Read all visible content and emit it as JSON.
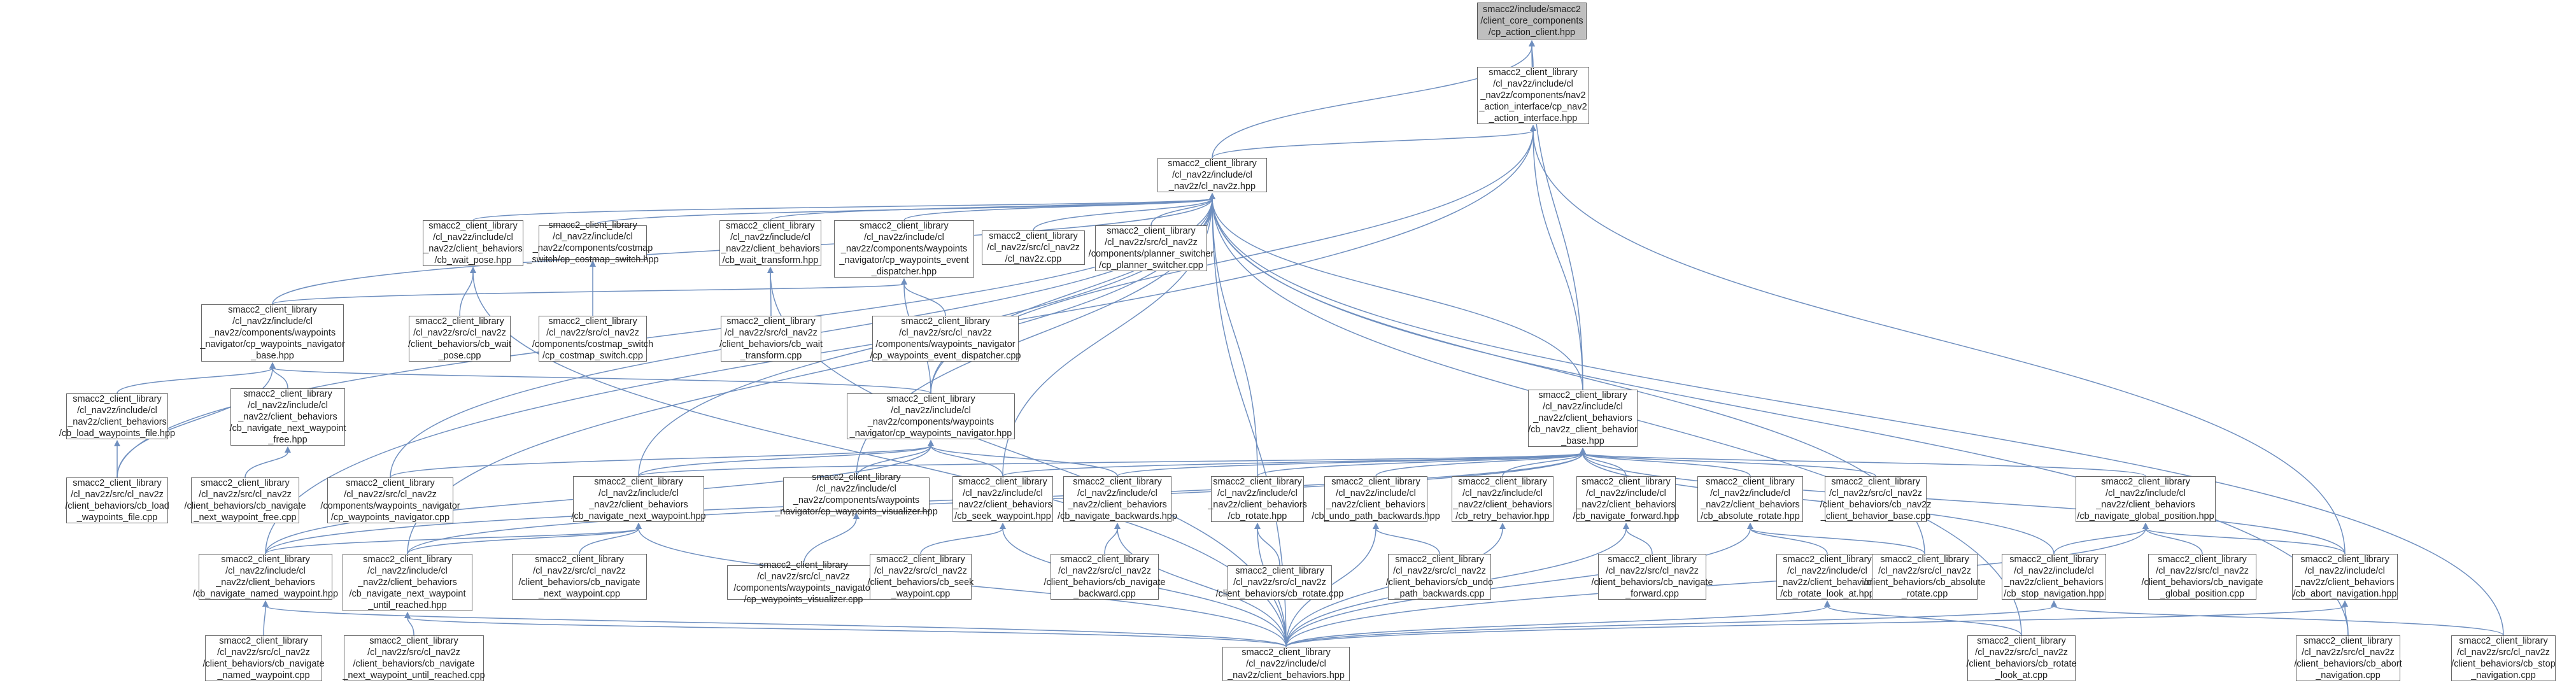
{
  "edge_color": "#6f8fbf",
  "node_fill": "#ffffff",
  "root_fill": "#bfbfbf",
  "nodes": {
    "root": [
      "smacc2/include/smacc2",
      "/client_core_components",
      "/cp_action_client.hpp"
    ],
    "iface": [
      "smacc2_client_library",
      "/cl_nav2z/include/cl",
      "_nav2z/components/nav2",
      "_action_interface/cp_nav2",
      "_action_interface.hpp"
    ],
    "nav2z": [
      "smacc2_client_library",
      "/cl_nav2z/include/cl",
      "_nav2z/cl_nav2z.hpp"
    ],
    "waitpose": [
      "smacc2_client_library",
      "/cl_nav2z/include/cl",
      "_nav2z/client_behaviors",
      "/cb_wait_pose.hpp"
    ],
    "costmap": [
      "smacc2_client_library",
      "/cl_nav2z/include/cl",
      "_nav2z/components/costmap",
      "_switch/cp_costmap_switch.hpp"
    ],
    "waittf": [
      "smacc2_client_library",
      "/cl_nav2z/include/cl",
      "_nav2z/client_behaviors",
      "/cb_wait_transform.hpp"
    ],
    "evdisp": [
      "smacc2_client_library",
      "/cl_nav2z/include/cl",
      "_nav2z/components/waypoints",
      "_navigator/cp_waypoints_event",
      "_dispatcher.hpp"
    ],
    "nav2zcpp": [
      "smacc2_client_library",
      "/cl_nav2z/src/cl_nav2z",
      "/cl_nav2z.cpp"
    ],
    "planner": [
      "smacc2_client_library",
      "/cl_nav2z/src/cl_nav2z",
      "/components/planner_switcher",
      "/cp_planner_switcher.cpp"
    ],
    "waitposecpp": [
      "smacc2_client_library",
      "/cl_nav2z/src/cl_nav2z",
      "/client_behaviors/cb_wait",
      "_pose.cpp"
    ],
    "costmapcpp": [
      "smacc2_client_library",
      "/cl_nav2z/src/cl_nav2z",
      "/components/costmap_switch",
      "/cp_costmap_switch.cpp"
    ],
    "waittfcpp": [
      "smacc2_client_library",
      "/cl_nav2z/src/cl_nav2z",
      "/client_behaviors/cb_wait",
      "_transform.cpp"
    ],
    "evdispcpp": [
      "smacc2_client_library",
      "/cl_nav2z/src/cl_nav2z",
      "/components/waypoints_navigator",
      "/cp_waypoints_event_dispatcher.cpp"
    ],
    "wpnavbase": [
      "smacc2_client_library",
      "/cl_nav2z/include/cl",
      "_nav2z/components/waypoints",
      "_navigator/cp_waypoints_navigator",
      "_base.hpp"
    ],
    "loadwp": [
      "smacc2_client_library",
      "/cl_nav2z/include/cl",
      "_nav2z/client_behaviors",
      "/cb_load_waypoints_file.hpp"
    ],
    "nextwpfree": [
      "smacc2_client_library",
      "/cl_nav2z/include/cl",
      "_nav2z/client_behaviors",
      "/cb_navigate_next_waypoint",
      "_free.hpp"
    ],
    "loadwpcpp": [
      "smacc2_client_library",
      "/cl_nav2z/src/cl_nav2z",
      "/client_behaviors/cb_load",
      "_waypoints_file.cpp"
    ],
    "nextwpfreecpp": [
      "smacc2_client_library",
      "/cl_nav2z/src/cl_nav2z",
      "/client_behaviors/cb_navigate",
      "_next_waypoint_free.cpp"
    ],
    "wpnav": [
      "smacc2_client_library",
      "/cl_nav2z/include/cl",
      "_nav2z/components/waypoints",
      "_navigator/cp_waypoints_navigator.hpp"
    ],
    "wpnavcpp": [
      "smacc2_client_library",
      "/cl_nav2z/src/cl_nav2z",
      "/components/waypoints_navigator",
      "/cp_waypoints_navigator.cpp"
    ],
    "cbbase": [
      "smacc2_client_library",
      "/cl_nav2z/include/cl",
      "_nav2z/client_behaviors",
      "/cb_nav2z_client_behavior",
      "_base.hpp"
    ],
    "nextwp": [
      "smacc2_client_library",
      "/cl_nav2z/include/cl",
      "_nav2z/client_behaviors",
      "/cb_navigate_next_waypoint.hpp"
    ],
    "visualizer": [
      "smacc2_client_library",
      "/cl_nav2z/include/cl",
      "_nav2z/components/waypoints",
      "_navigator/cp_waypoints_visualizer.hpp"
    ],
    "seekwp": [
      "smacc2_client_library",
      "/cl_nav2z/include/cl",
      "_nav2z/client_behaviors",
      "/cb_seek_waypoint.hpp"
    ],
    "navback": [
      "smacc2_client_library",
      "/cl_nav2z/include/cl",
      "_nav2z/client_behaviors",
      "/cb_navigate_backwards.hpp"
    ],
    "rotate": [
      "smacc2_client_library",
      "/cl_nav2z/include/cl",
      "_nav2z/client_behaviors",
      "/cb_rotate.hpp"
    ],
    "undo": [
      "smacc2_client_library",
      "/cl_nav2z/include/cl",
      "_nav2z/client_behaviors",
      "/cb_undo_path_backwards.hpp"
    ],
    "retry": [
      "smacc2_client_library",
      "/cl_nav2z/include/cl",
      "_nav2z/client_behaviors",
      "/cb_retry_behavior.hpp"
    ],
    "navfwd": [
      "smacc2_client_library",
      "/cl_nav2z/include/cl",
      "_nav2z/client_behaviors",
      "/cb_navigate_forward.hpp"
    ],
    "absrot": [
      "smacc2_client_library",
      "/cl_nav2z/include/cl",
      "_nav2z/client_behaviors",
      "/cb_absolute_rotate.hpp"
    ],
    "cbbasecpp": [
      "smacc2_client_library",
      "/cl_nav2z/src/cl_nav2z",
      "/client_behaviors/cb_nav2z",
      "_client_behavior_base.cpp"
    ],
    "globalpos": [
      "smacc2_client_library",
      "/cl_nav2z/include/cl",
      "_nav2z/client_behaviors",
      "/cb_navigate_global_position.hpp"
    ],
    "namedwp": [
      "smacc2_client_library",
      "/cl_nav2z/include/cl",
      "_nav2z/client_behaviors",
      "/cb_navigate_named_waypoint.hpp"
    ],
    "untilreached": [
      "smacc2_client_library",
      "/cl_nav2z/include/cl",
      "_nav2z/client_behaviors",
      "/cb_navigate_next_waypoint",
      "_until_reached.hpp"
    ],
    "nextwpcpp": [
      "smacc2_client_library",
      "/cl_nav2z/src/cl_nav2z",
      "/client_behaviors/cb_navigate",
      "_next_waypoint.cpp"
    ],
    "visualizercpp": [
      "smacc2_client_library",
      "/cl_nav2z/src/cl_nav2z",
      "/components/waypoints_navigator",
      "/cp_waypoints_visualizer.cpp"
    ],
    "seekwpcpp": [
      "smacc2_client_library",
      "/cl_nav2z/src/cl_nav2z",
      "/client_behaviors/cb_seek",
      "_waypoint.cpp"
    ],
    "navbackcpp": [
      "smacc2_client_library",
      "/cl_nav2z/src/cl_nav2z",
      "/client_behaviors/cb_navigate",
      "_backward.cpp"
    ],
    "rotatecpp": [
      "smacc2_client_library",
      "/cl_nav2z/src/cl_nav2z",
      "/client_behaviors/cb_rotate.cpp"
    ],
    "undocpp": [
      "smacc2_client_library",
      "/cl_nav2z/src/cl_nav2z",
      "/client_behaviors/cb_undo",
      "_path_backwards.cpp"
    ],
    "navfwdcpp": [
      "smacc2_client_library",
      "/cl_nav2z/src/cl_nav2z",
      "/client_behaviors/cb_navigate",
      "_forward.cpp"
    ],
    "lookat": [
      "smacc2_client_library",
      "/cl_nav2z/include/cl",
      "_nav2z/client_behaviors",
      "/cb_rotate_look_at.hpp"
    ],
    "absrotcpp": [
      "smacc2_client_library",
      "/cl_nav2z/src/cl_nav2z",
      "/client_behaviors/cb_absolute",
      "_rotate.cpp"
    ],
    "stopnav": [
      "smacc2_client_library",
      "/cl_nav2z/include/cl",
      "_nav2z/client_behaviors",
      "/cb_stop_navigation.hpp"
    ],
    "globalposcpp": [
      "smacc2_client_library",
      "/cl_nav2z/src/cl_nav2z",
      "/client_behaviors/cb_navigate",
      "_global_position.cpp"
    ],
    "abortnav": [
      "smacc2_client_library",
      "/cl_nav2z/include/cl",
      "_nav2z/client_behaviors",
      "/cb_abort_navigation.hpp"
    ],
    "namedwpcpp": [
      "smacc2_client_library",
      "/cl_nav2z/src/cl_nav2z",
      "/client_behaviors/cb_navigate",
      "_named_waypoint.cpp"
    ],
    "untilreachedcpp": [
      "smacc2_client_library",
      "/cl_nav2z/src/cl_nav2z",
      "/client_behaviors/cb_navigate",
      "_next_waypoint_until_reached.cpp"
    ],
    "cbhpp": [
      "smacc2_client_library",
      "/cl_nav2z/include/cl",
      "_nav2z/client_behaviors.hpp"
    ],
    "lookatcpp": [
      "smacc2_client_library",
      "/cl_nav2z/src/cl_nav2z",
      "/client_behaviors/cb_rotate",
      "_look_at.cpp"
    ],
    "abortnavcpp": [
      "smacc2_client_library",
      "/cl_nav2z/src/cl_nav2z",
      "/client_behaviors/cb_abort",
      "_navigation.cpp"
    ],
    "stopnavcpp": [
      "smacc2_client_library",
      "/cl_nav2z/src/cl_nav2z",
      "/client_behaviors/cb_stop",
      "_navigation.cpp"
    ]
  },
  "edges": [
    [
      "iface",
      "root"
    ],
    [
      "nav2z",
      "root"
    ],
    [
      "cbbase",
      "root"
    ],
    [
      "nav2z",
      "iface"
    ],
    [
      "wpnav",
      "iface"
    ],
    [
      "cbbase",
      "iface"
    ],
    [
      "namedwp",
      "iface"
    ],
    [
      "abortnav",
      "iface"
    ],
    [
      "waitpose",
      "nav2z"
    ],
    [
      "costmap",
      "nav2z"
    ],
    [
      "waittf",
      "nav2z"
    ],
    [
      "evdisp",
      "nav2z"
    ],
    [
      "nav2zcpp",
      "nav2z"
    ],
    [
      "planner",
      "nav2z"
    ],
    [
      "wpnavbase",
      "nav2z"
    ],
    [
      "wpnav",
      "nav2z"
    ],
    [
      "cbbase",
      "nav2z"
    ],
    [
      "nextwp",
      "nav2z"
    ],
    [
      "visualizer",
      "nav2z"
    ],
    [
      "seekwp",
      "nav2z"
    ],
    [
      "rotate",
      "nav2z"
    ],
    [
      "cbhpp",
      "nav2z"
    ],
    [
      "untilreached",
      "nav2z"
    ],
    [
      "wpnavcpp",
      "nav2z"
    ],
    [
      "absrotcpp",
      "nav2z"
    ],
    [
      "abortnavcpp",
      "nav2z"
    ],
    [
      "stopnavcpp",
      "nav2z"
    ],
    [
      "lookatcpp",
      "nav2z"
    ],
    [
      "loadwpcpp",
      "nav2z"
    ],
    [
      "waitposecpp",
      "waitpose"
    ],
    [
      "cbhpp",
      "waitpose"
    ],
    [
      "costmapcpp",
      "costmap"
    ],
    [
      "waittfcpp",
      "waittf"
    ],
    [
      "cbhpp",
      "waittf"
    ],
    [
      "evdispcpp",
      "evdisp"
    ],
    [
      "wpnavbase",
      "evdisp"
    ],
    [
      "wpnav",
      "evdisp"
    ],
    [
      "loadwp",
      "wpnavbase"
    ],
    [
      "nextwpfree",
      "wpnavbase"
    ],
    [
      "wpnav",
      "wpnavbase"
    ],
    [
      "loadwpcpp",
      "wpnavbase"
    ],
    [
      "loadwpcpp",
      "loadwp"
    ],
    [
      "nextwpfreecpp",
      "nextwpfree"
    ],
    [
      "wpnavcpp",
      "wpnav"
    ],
    [
      "nextwp",
      "wpnav"
    ],
    [
      "visualizer",
      "wpnav"
    ],
    [
      "seekwp",
      "wpnav"
    ],
    [
      "navback",
      "wpnav"
    ],
    [
      "namedwp",
      "wpnav"
    ],
    [
      "nextwp",
      "cbbase"
    ],
    [
      "seekwp",
      "cbbase"
    ],
    [
      "navback",
      "cbbase"
    ],
    [
      "rotate",
      "cbbase"
    ],
    [
      "undo",
      "cbbase"
    ],
    [
      "retry",
      "cbbase"
    ],
    [
      "navfwd",
      "cbbase"
    ],
    [
      "absrot",
      "cbbase"
    ],
    [
      "cbbasecpp",
      "cbbase"
    ],
    [
      "globalpos",
      "cbbase"
    ],
    [
      "abortnav",
      "cbbase"
    ],
    [
      "stopnav",
      "cbbase"
    ],
    [
      "namedwp",
      "cbbase"
    ],
    [
      "untilreached",
      "cbbase"
    ],
    [
      "namedwp",
      "nextwp"
    ],
    [
      "untilreached",
      "nextwp"
    ],
    [
      "nextwpcpp",
      "nextwp"
    ],
    [
      "cbhpp",
      "nextwp"
    ],
    [
      "visualizercpp",
      "visualizer"
    ],
    [
      "seekwpcpp",
      "seekwp"
    ],
    [
      "cbhpp",
      "seekwp"
    ],
    [
      "navbackcpp",
      "navback"
    ],
    [
      "cbhpp",
      "navback"
    ],
    [
      "rotatecpp",
      "rotate"
    ],
    [
      "cbhpp",
      "rotate"
    ],
    [
      "undocpp",
      "undo"
    ],
    [
      "cbhpp",
      "undo"
    ],
    [
      "cbhpp",
      "retry"
    ],
    [
      "navfwdcpp",
      "navfwd"
    ],
    [
      "cbhpp",
      "navfwd"
    ],
    [
      "lookat",
      "absrot"
    ],
    [
      "absrotcpp",
      "absrot"
    ],
    [
      "cbhpp",
      "absrot"
    ],
    [
      "stopnav",
      "globalpos"
    ],
    [
      "globalposcpp",
      "globalpos"
    ],
    [
      "abortnav",
      "globalpos"
    ],
    [
      "cbhpp",
      "globalpos"
    ],
    [
      "namedwpcpp",
      "namedwp"
    ],
    [
      "cbhpp",
      "namedwp"
    ],
    [
      "untilreachedcpp",
      "untilreached"
    ],
    [
      "cbhpp",
      "untilreached"
    ],
    [
      "lookatcpp",
      "lookat"
    ],
    [
      "cbhpp",
      "lookat"
    ],
    [
      "stopnavcpp",
      "stopnav"
    ],
    [
      "cbhpp",
      "stopnav"
    ],
    [
      "abortnavcpp",
      "abortnav"
    ],
    [
      "cbhpp",
      "abortnav"
    ]
  ]
}
